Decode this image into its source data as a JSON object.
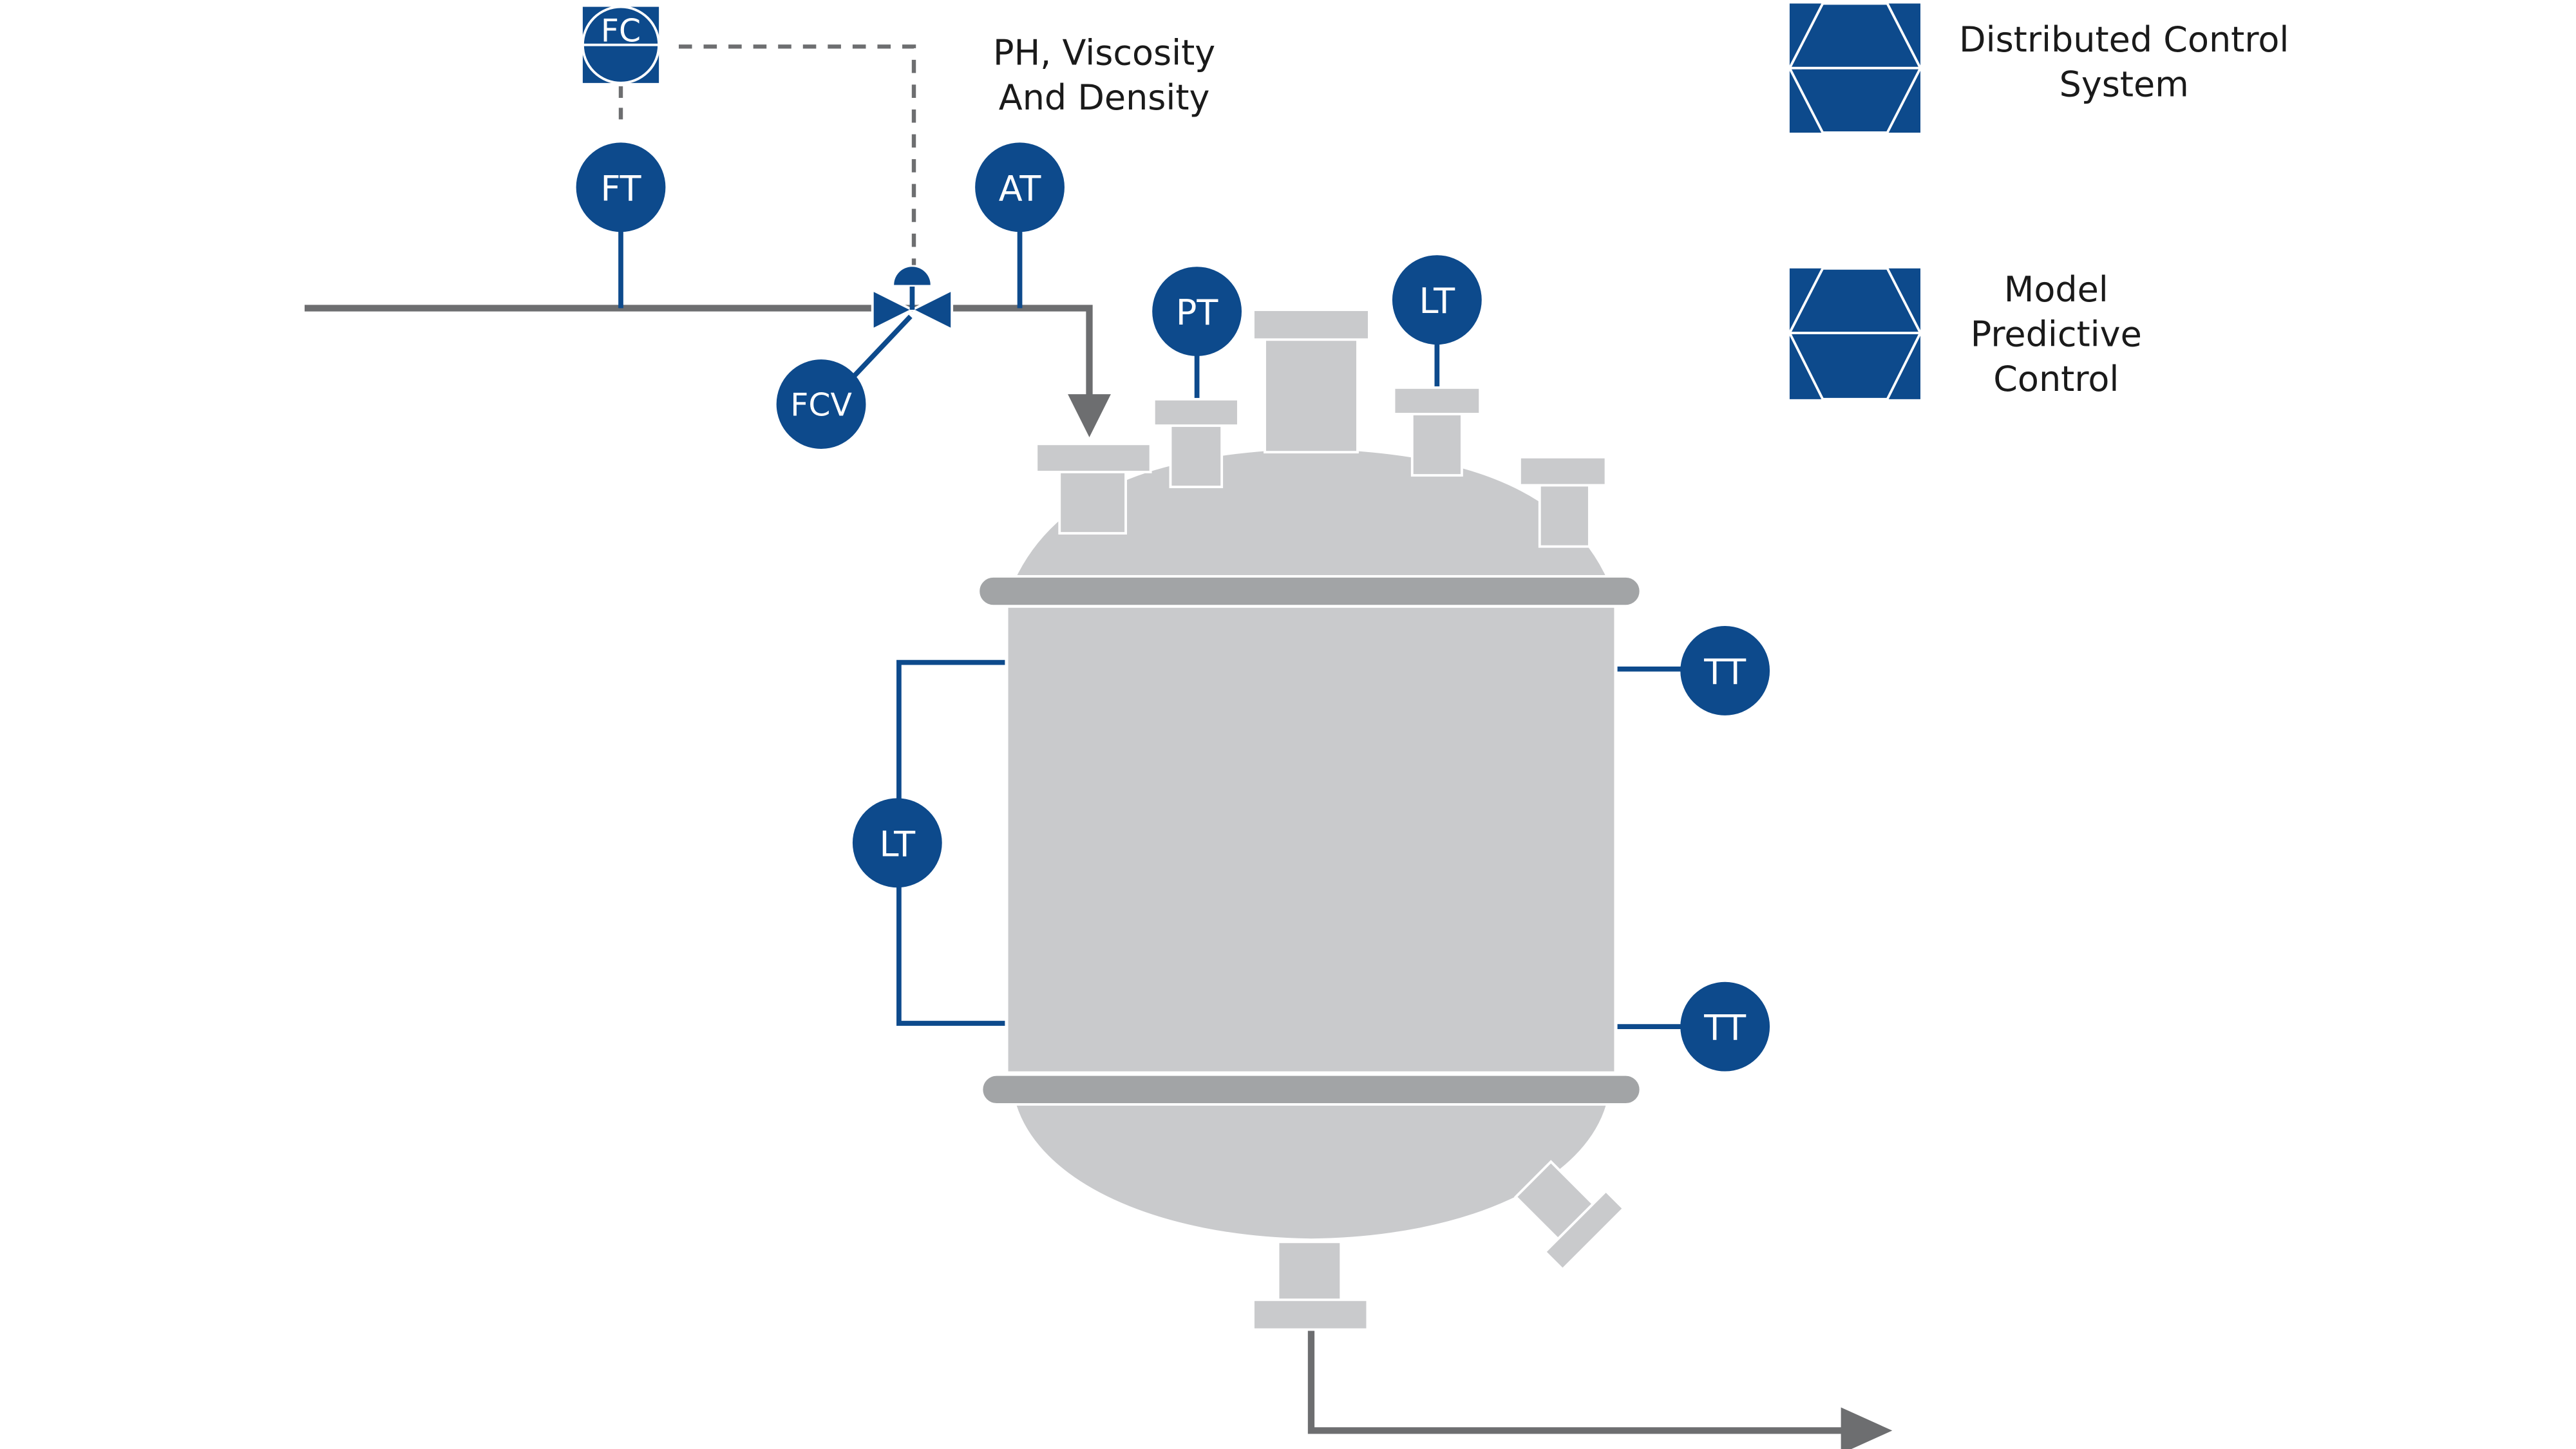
{
  "colors": {
    "instrument": "#0d4a8c",
    "vessel": "#c9cacc",
    "vessel_band": "#a2a4a6",
    "pipe": "#6d6e70",
    "nozzle": "#c9cacc",
    "background": "#ffffff"
  },
  "instruments": {
    "fc": "FC",
    "ft": "FT",
    "fcv": "FCV",
    "at": "AT",
    "pt": "PT",
    "lt_top": "LT",
    "lt_side": "LT",
    "tt_upper": "TT",
    "tt_lower": "TT"
  },
  "analyzer_note": {
    "line1": "PH, Viscosity",
    "line2": "And Density"
  },
  "legend": {
    "dcs": {
      "icon": "dcs-icon",
      "line1": "Distributed Control",
      "line2": "System"
    },
    "mpc": {
      "icon": "mpc-icon",
      "line1": "Model",
      "line2": "Predictive",
      "line3": "Control"
    }
  }
}
